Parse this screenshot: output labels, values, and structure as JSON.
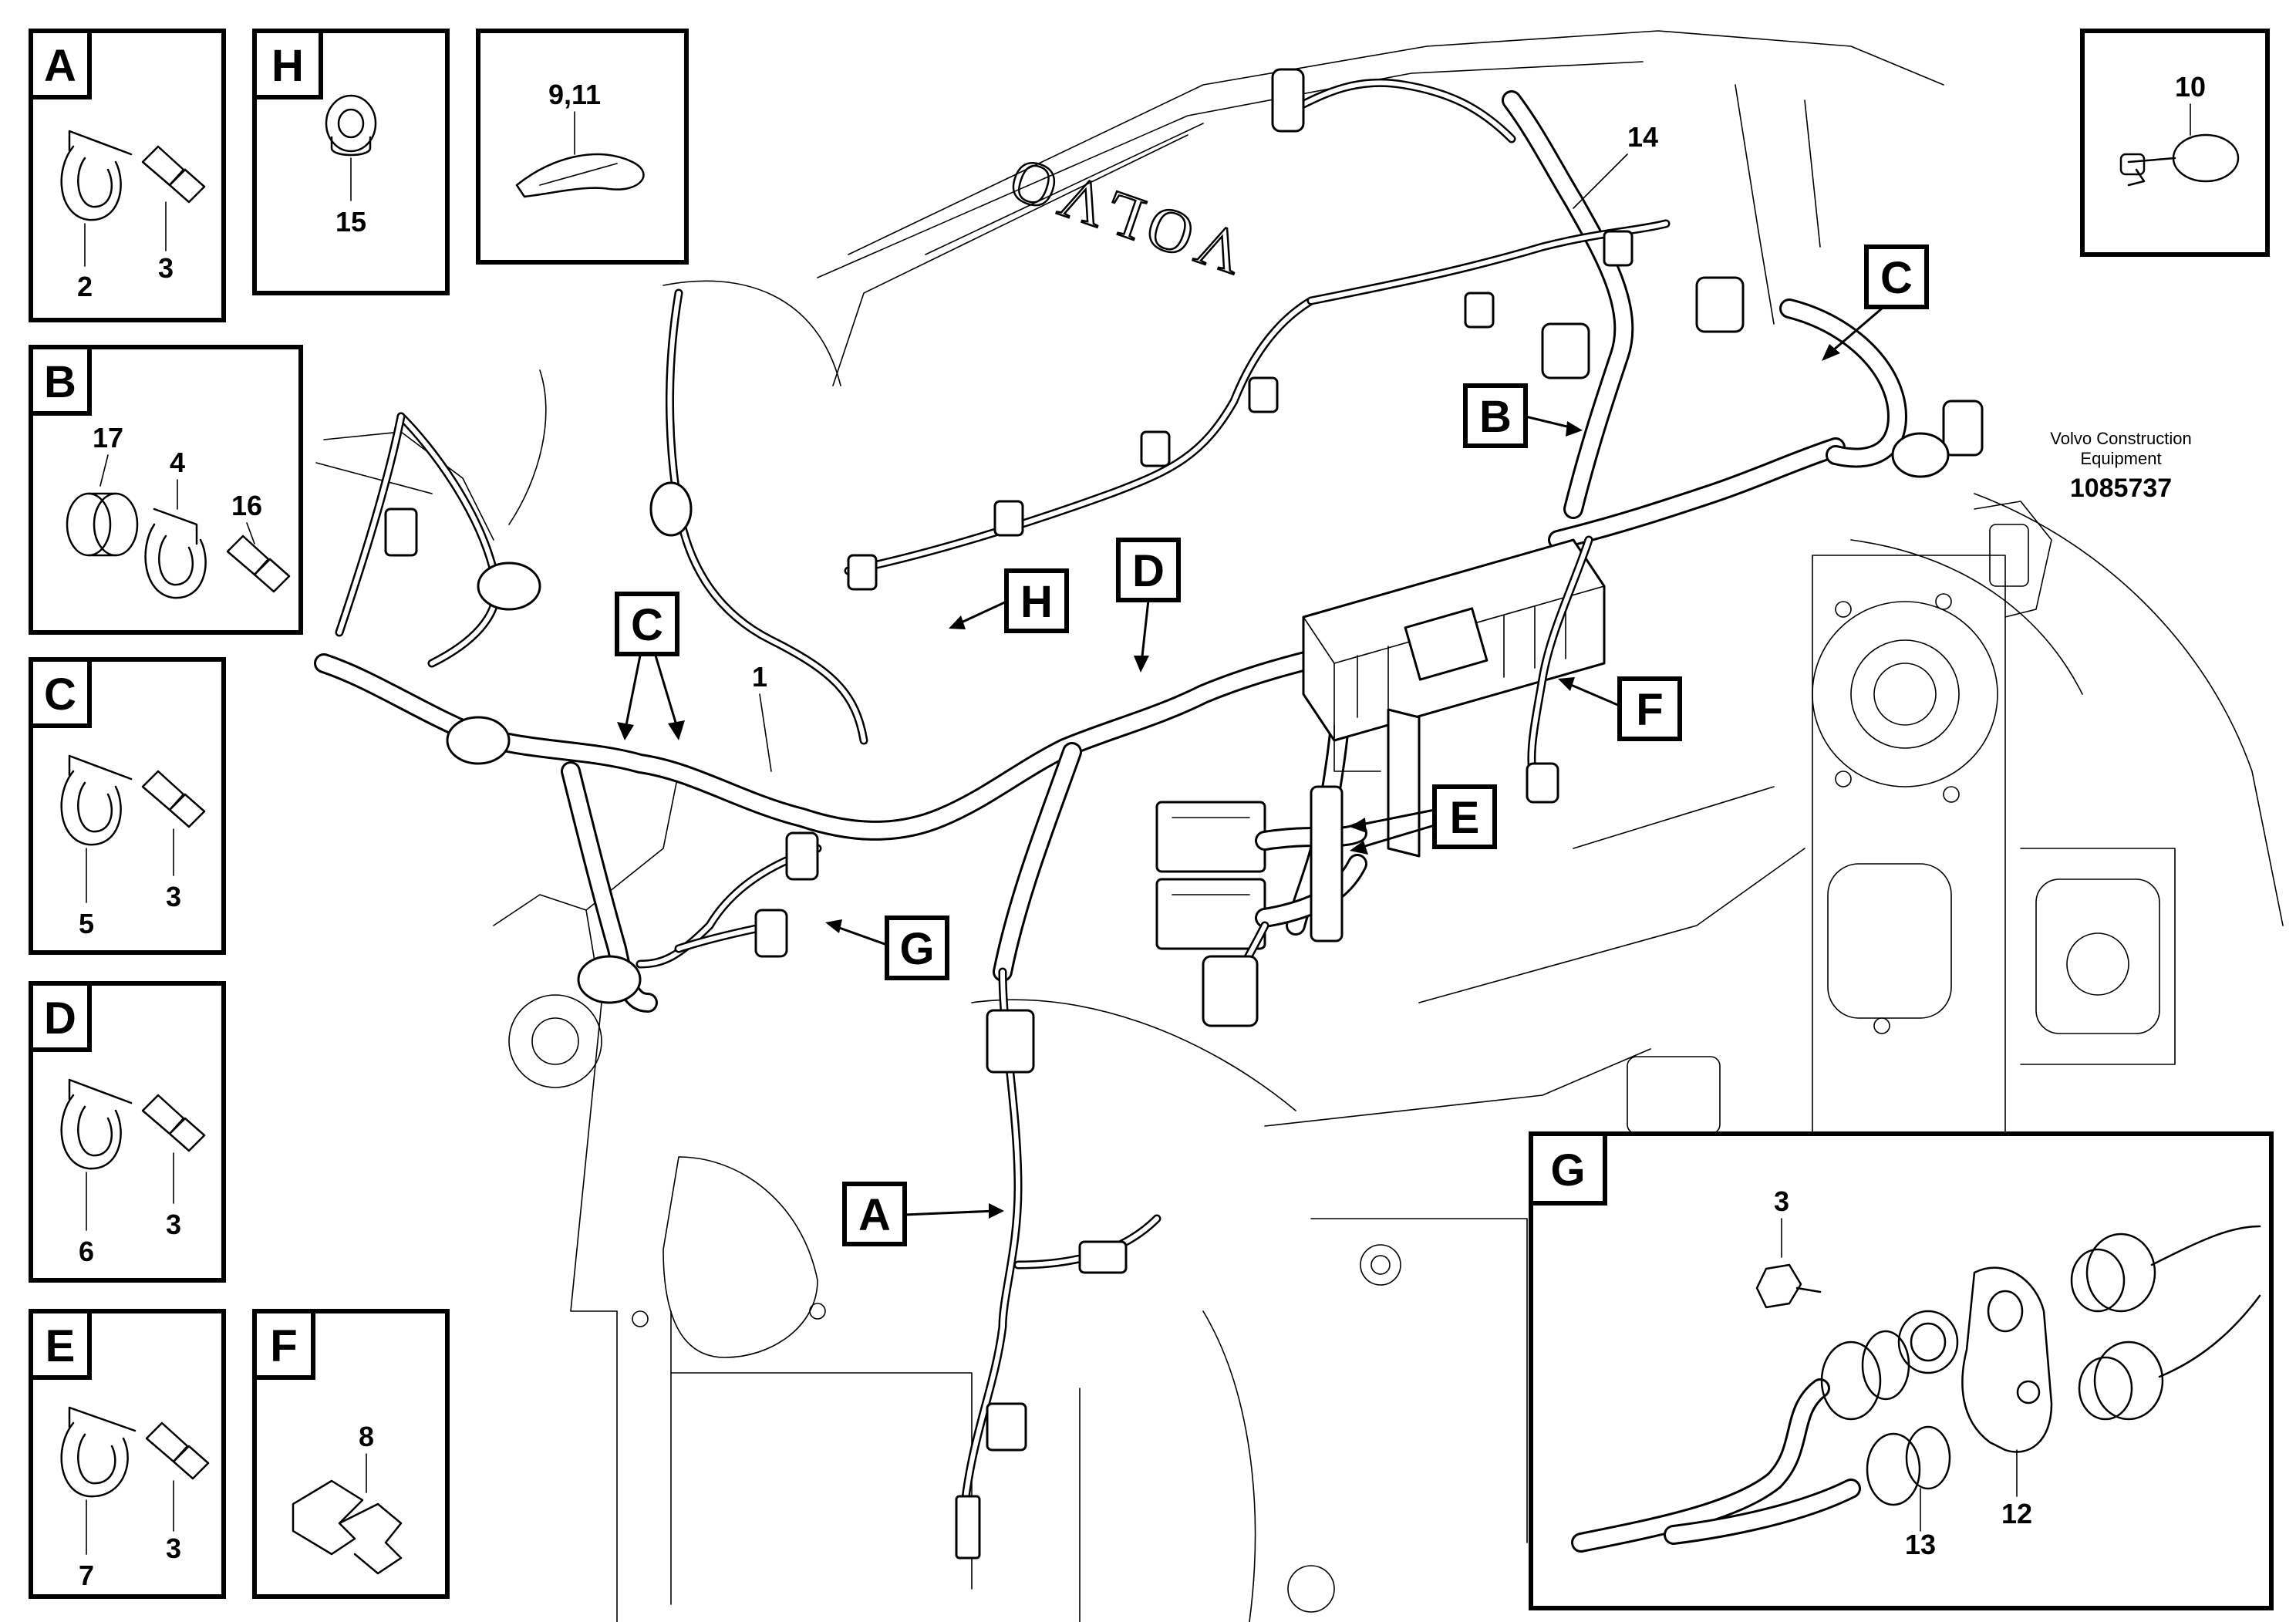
{
  "doc_id": "1085737",
  "publisher": {
    "line1": "Volvo Construction",
    "line2": "Equipment"
  },
  "engine_text": "VOLVO",
  "callouts": {
    "A": "A",
    "B": "B",
    "C": "C",
    "D": "D",
    "E": "E",
    "F": "F",
    "G": "G",
    "H": "H",
    "n1": "1",
    "n14": "14"
  },
  "insets": {
    "A": {
      "letter": "A",
      "parts": [
        "2",
        "3"
      ]
    },
    "B": {
      "letter": "B",
      "parts": [
        "17",
        "4",
        "16"
      ]
    },
    "C": {
      "letter": "C",
      "parts": [
        "5",
        "3"
      ]
    },
    "D": {
      "letter": "D",
      "parts": [
        "6",
        "3"
      ]
    },
    "E": {
      "letter": "E",
      "parts": [
        "7",
        "3"
      ]
    },
    "F": {
      "letter": "F",
      "parts": [
        "8"
      ]
    },
    "G": {
      "letter": "G",
      "parts": [
        "3",
        "12",
        "13"
      ]
    },
    "H": {
      "letter": "H",
      "parts": [
        "15"
      ]
    },
    "tie": {
      "parts": [
        "9,11"
      ]
    },
    "clip": {
      "parts": [
        "10"
      ]
    }
  },
  "colors": {
    "ink": "#000000",
    "paper": "#ffffff"
  }
}
